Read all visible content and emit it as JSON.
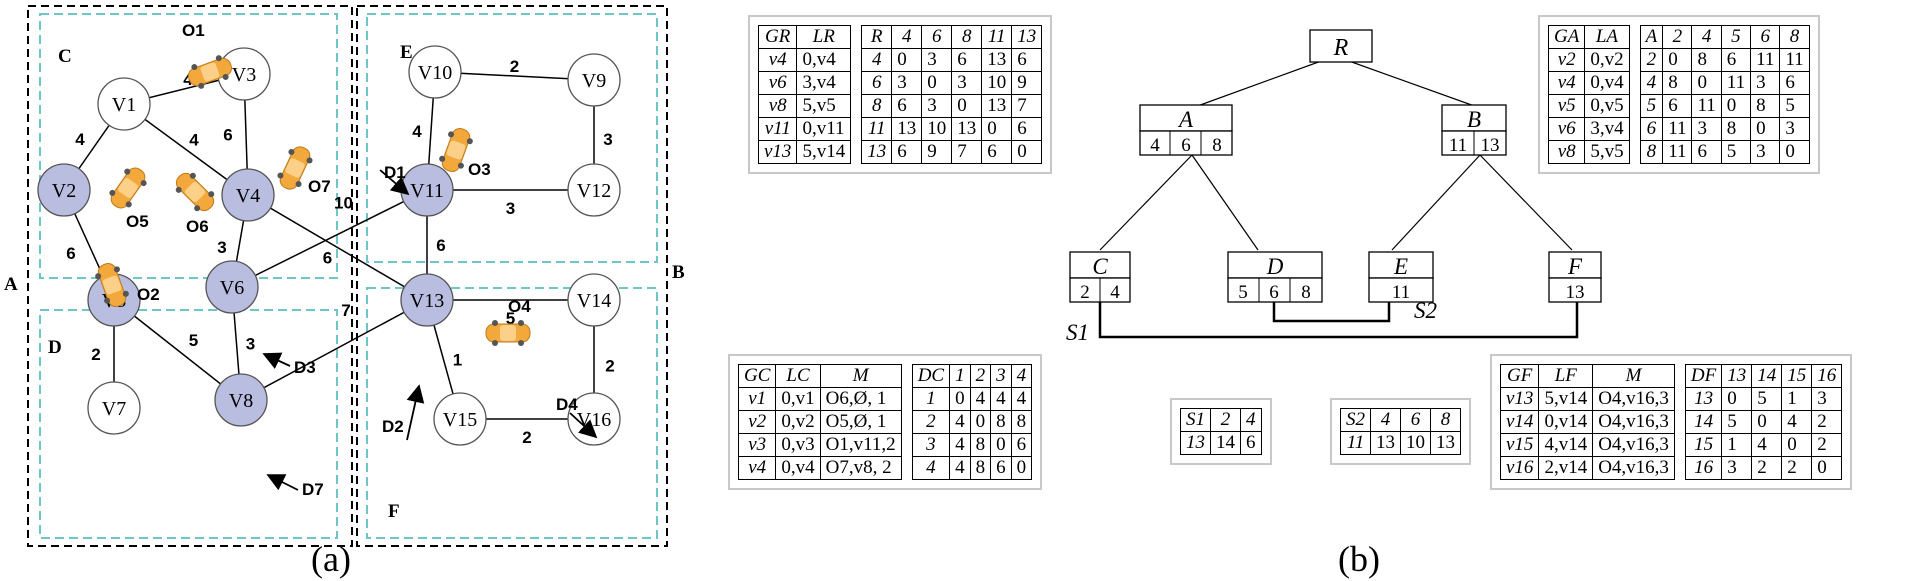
{
  "panel_a": {
    "label": "(a)",
    "region_labels": [
      "A",
      "B",
      "C",
      "D",
      "E",
      "F"
    ],
    "object_labels": {
      "O1": "O1",
      "O2": "O2",
      "O3": "O3",
      "O4": "O4",
      "O5": "O5",
      "O6": "O6",
      "O7": "O7"
    },
    "query_labels": {
      "D1": "D1",
      "D2": "D2",
      "D3": "D3",
      "D4": "D4",
      "D7": "D7"
    },
    "nodes": [
      {
        "id": "V1",
        "label": "V1",
        "fill": "#ffffff"
      },
      {
        "id": "V2",
        "label": "V2",
        "fill": "#b9bde0"
      },
      {
        "id": "V3",
        "label": "V3",
        "fill": "#ffffff"
      },
      {
        "id": "V4",
        "label": "V4",
        "fill": "#b9bde0"
      },
      {
        "id": "V5",
        "label": "V5",
        "fill": "#b9bde0"
      },
      {
        "id": "V6",
        "label": "V6",
        "fill": "#b9bde0"
      },
      {
        "id": "V7",
        "label": "V7",
        "fill": "#ffffff"
      },
      {
        "id": "V8",
        "label": "V8",
        "fill": "#b9bde0"
      },
      {
        "id": "V9",
        "label": "V9",
        "fill": "#ffffff"
      },
      {
        "id": "V10",
        "label": "V10",
        "fill": "#ffffff"
      },
      {
        "id": "V11",
        "label": "V11",
        "fill": "#b9bde0"
      },
      {
        "id": "V12",
        "label": "V12",
        "fill": "#ffffff"
      },
      {
        "id": "V13",
        "label": "V13",
        "fill": "#b9bde0"
      },
      {
        "id": "V14",
        "label": "V14",
        "fill": "#ffffff"
      },
      {
        "id": "V15",
        "label": "V15",
        "fill": "#ffffff"
      },
      {
        "id": "V16",
        "label": "V16",
        "fill": "#ffffff"
      }
    ],
    "edges": [
      {
        "from": "V1",
        "to": "V3",
        "weight": "4"
      },
      {
        "from": "V1",
        "to": "V2",
        "weight": "4"
      },
      {
        "from": "V1",
        "to": "V4",
        "weight": "4"
      },
      {
        "from": "V3",
        "to": "V4",
        "weight": "6"
      },
      {
        "from": "V2",
        "to": "V5",
        "weight": "6"
      },
      {
        "from": "V4",
        "to": "V6",
        "weight": "3"
      },
      {
        "from": "V4",
        "to": "V13",
        "weight": "6"
      },
      {
        "from": "V5",
        "to": "V7",
        "weight": "2"
      },
      {
        "from": "V5",
        "to": "V8",
        "weight": "5"
      },
      {
        "from": "V6",
        "to": "V8",
        "weight": "3"
      },
      {
        "from": "V6",
        "to": "V11",
        "weight": "10"
      },
      {
        "from": "V8",
        "to": "V13",
        "weight": "7"
      },
      {
        "from": "V10",
        "to": "V9",
        "weight": "2"
      },
      {
        "from": "V10",
        "to": "V11",
        "weight": "4"
      },
      {
        "from": "V9",
        "to": "V12",
        "weight": "3"
      },
      {
        "from": "V11",
        "to": "V12",
        "weight": "3"
      },
      {
        "from": "V11",
        "to": "V13",
        "weight": "6"
      },
      {
        "from": "V13",
        "to": "V14",
        "weight": "5"
      },
      {
        "from": "V13",
        "to": "V15",
        "weight": "1"
      },
      {
        "from": "V14",
        "to": "V16",
        "weight": "2"
      },
      {
        "from": "V15",
        "to": "V16",
        "weight": "2"
      }
    ],
    "car_color": "#f3a83c",
    "region_border_color": "#6ec6c6"
  },
  "panel_b": {
    "label": "(b)",
    "tree": {
      "R": {
        "name": "R",
        "cells": []
      },
      "A": {
        "name": "A",
        "cells": [
          "4",
          "6",
          "8"
        ]
      },
      "B": {
        "name": "B",
        "cells": [
          "11",
          "13"
        ]
      },
      "C": {
        "name": "C",
        "cells": [
          "2",
          "4"
        ]
      },
      "D": {
        "name": "D",
        "cells": [
          "5",
          "6",
          "8"
        ]
      },
      "E": {
        "name": "E",
        "cells": [
          "11"
        ]
      },
      "F": {
        "name": "F",
        "cells": [
          "13"
        ]
      },
      "S1": "S1",
      "S2": "S2"
    },
    "table_R": {
      "left": [
        [
          "GR",
          "LR"
        ],
        [
          "v4",
          "0,v4"
        ],
        [
          "v6",
          "3,v4"
        ],
        [
          "v8",
          "5,v5"
        ],
        [
          "v11",
          "0,v11"
        ],
        [
          "v13",
          "5,v14"
        ]
      ],
      "right": [
        [
          "R",
          "4",
          "6",
          "8",
          "11",
          "13"
        ],
        [
          "4",
          "0",
          "3",
          "6",
          "13",
          "6"
        ],
        [
          "6",
          "3",
          "0",
          "3",
          "10",
          "9"
        ],
        [
          "8",
          "6",
          "3",
          "0",
          "13",
          "7"
        ],
        [
          "11",
          "13",
          "10",
          "13",
          "0",
          "6"
        ],
        [
          "13",
          "6",
          "9",
          "7",
          "6",
          "0"
        ]
      ]
    },
    "table_A": {
      "left": [
        [
          "GA",
          "LA"
        ],
        [
          "v2",
          "0,v2"
        ],
        [
          "v4",
          "0,v4"
        ],
        [
          "v5",
          "0,v5"
        ],
        [
          "v6",
          "3,v4"
        ],
        [
          "v8",
          "5,v5"
        ]
      ],
      "right": [
        [
          "A",
          "2",
          "4",
          "5",
          "6",
          "8"
        ],
        [
          "2",
          "0",
          "8",
          "6",
          "11",
          "11"
        ],
        [
          "4",
          "8",
          "0",
          "11",
          "3",
          "6"
        ],
        [
          "5",
          "6",
          "11",
          "0",
          "8",
          "5"
        ],
        [
          "6",
          "11",
          "3",
          "8",
          "0",
          "3"
        ],
        [
          "8",
          "11",
          "6",
          "5",
          "3",
          "0"
        ]
      ]
    },
    "table_C": {
      "left": [
        [
          "GC",
          "LC",
          "M"
        ],
        [
          "v1",
          "0,v1",
          "O6,Ø, 1"
        ],
        [
          "v2",
          "0,v2",
          "O5,Ø, 1"
        ],
        [
          "v3",
          "0,v3",
          "O1,v11,2"
        ],
        [
          "v4",
          "0,v4",
          "O7,v8, 2"
        ]
      ],
      "right": [
        [
          "DC",
          "1",
          "2",
          "3",
          "4"
        ],
        [
          "1",
          "0",
          "4",
          "4",
          "4"
        ],
        [
          "2",
          "4",
          "0",
          "8",
          "8"
        ],
        [
          "3",
          "4",
          "8",
          "0",
          "6"
        ],
        [
          "4",
          "4",
          "8",
          "6",
          "0"
        ]
      ]
    },
    "table_S1": [
      [
        "S1",
        "2",
        "4"
      ],
      [
        "13",
        "14",
        "6"
      ]
    ],
    "table_S2": [
      [
        "S2",
        "4",
        "6",
        "8"
      ],
      [
        "11",
        "13",
        "10",
        "13"
      ]
    ],
    "table_F": {
      "left": [
        [
          "GF",
          "LF",
          "M"
        ],
        [
          "v13",
          "5,v14",
          "O4,v16,3"
        ],
        [
          "v14",
          "0,v14",
          "O4,v16,3"
        ],
        [
          "v15",
          "4,v14",
          "O4,v16,3"
        ],
        [
          "v16",
          "2,v14",
          "O4,v16,3"
        ]
      ],
      "right": [
        [
          "DF",
          "13",
          "14",
          "15",
          "16"
        ],
        [
          "13",
          "0",
          "5",
          "1",
          "3"
        ],
        [
          "14",
          "5",
          "0",
          "4",
          "2"
        ],
        [
          "15",
          "1",
          "4",
          "0",
          "2"
        ],
        [
          "16",
          "3",
          "2",
          "2",
          "0"
        ]
      ]
    }
  }
}
